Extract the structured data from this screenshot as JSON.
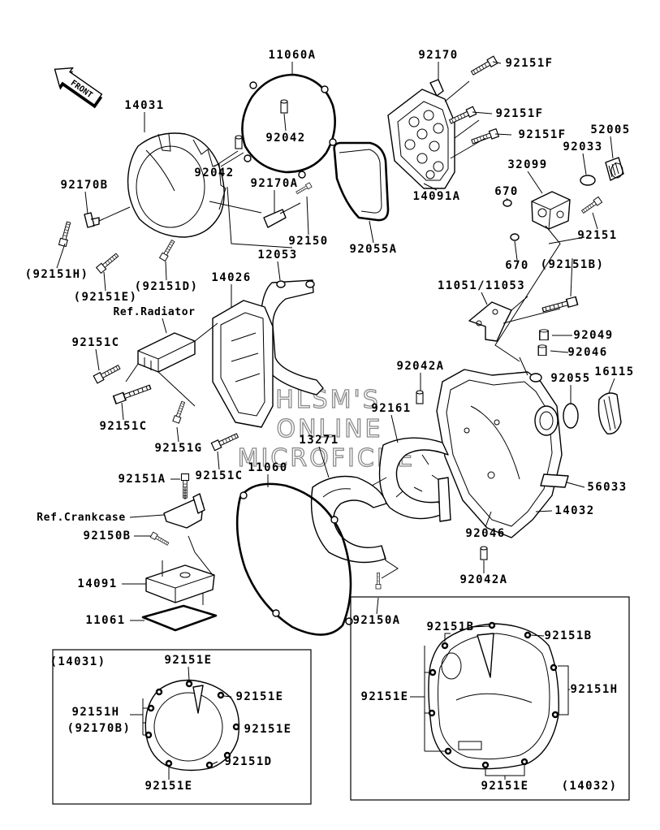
{
  "front_arrow": {
    "label": "FRONT"
  },
  "watermark": {
    "line1": "HLSM'S",
    "line2": "ONLINE",
    "line3": "MICROFICHE"
  },
  "labels": {
    "p11060A": "11060A",
    "p92170": "92170",
    "p92151F_1": "92151F",
    "p14031": "14031",
    "p92151F_2": "92151F",
    "p92042_1": "92042",
    "p92151F_3": "92151F",
    "p52005": "52005",
    "p92033": "92033",
    "p92042_2": "92042",
    "p32099": "32099",
    "p92170B": "92170B",
    "p92170A": "92170A",
    "p670_1": "670",
    "p14091A": "14091A",
    "p92150": "92150",
    "p92055A": "92055A",
    "p92151": "92151",
    "p92151H_ref": "(92151H)",
    "p12053": "12053",
    "p670_2": "670",
    "p92151B_ref": "(92151B)",
    "p92151E_ref": "(92151E)",
    "p92151D_ref": "(92151D)",
    "p14026": "14026",
    "p11051_11053": "11051/11053",
    "ref_radiator": "Ref.Radiator",
    "p92049": "92049",
    "p92151C_1": "92151C",
    "p92046_1": "92046",
    "p92042A_1": "92042A",
    "p92055": "92055",
    "p16115": "16115",
    "p92161": "92161",
    "p92151C_2": "92151C",
    "p13271": "13271",
    "p92151G": "92151G",
    "p11060": "11060",
    "p92151C_3": "92151C",
    "p92151A": "92151A",
    "p56033": "56033",
    "ref_crankcase": "Ref.Crankcase",
    "p14032": "14032",
    "p92150B": "92150B",
    "p92046_2": "92046",
    "p92042A_2": "92042A",
    "p14091": "14091",
    "p11061": "11061",
    "p92150A": "92150A"
  },
  "inset_left": {
    "title": "(14031)",
    "e_top": "92151E",
    "e_right_1": "92151E",
    "h": "92151H",
    "h_sub": "(92170B)",
    "e_right_2": "92151E",
    "d": "92151D",
    "e_bottom": "92151E"
  },
  "inset_right": {
    "b_left": "92151B",
    "b_right": "92151B",
    "e_left": "92151E",
    "h": "92151H",
    "e_bottom": "92151E",
    "title": "(14032)"
  }
}
